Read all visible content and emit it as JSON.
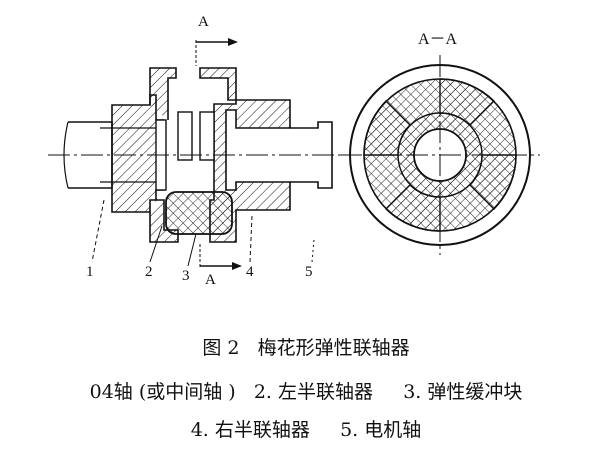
{
  "section_labels": {
    "top_a": "A",
    "bottom_a": "A",
    "view_title": "A－A"
  },
  "part_numbers": [
    "1",
    "2",
    "3",
    "4",
    "5"
  ],
  "caption": {
    "title": "图 2   梅花形弹性联轴器",
    "line1": "04轴 (或中间轴 )   2. 左半联轴器     3. 弹性缓冲块",
    "line2": "4. 右半联轴器     5. 电机轴"
  }
}
